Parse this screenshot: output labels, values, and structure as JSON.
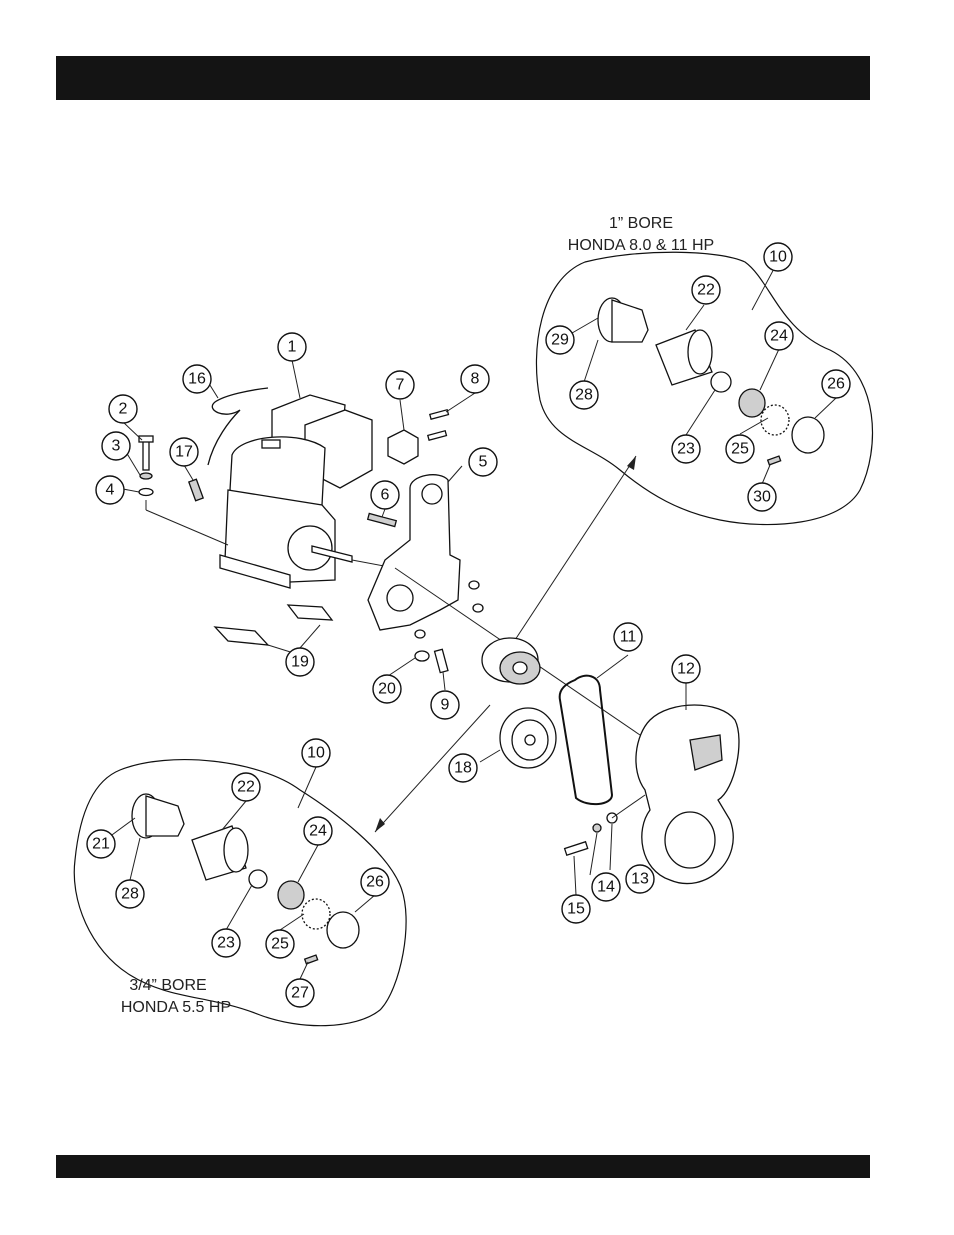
{
  "labels": {
    "bore_1in_line1": "1” BORE",
    "bore_1in_line2": "HONDA 8.0 & 11 HP",
    "bore_34in_line1": "3/4” BORE",
    "bore_34in_line2": "HONDA 5.5 HP"
  },
  "callouts": {
    "c1": "1",
    "c2": "2",
    "c3": "3",
    "c4": "4",
    "c5": "5",
    "c6": "6",
    "c7": "7",
    "c8": "8",
    "c9": "9",
    "c10a": "10",
    "c10b": "10",
    "c11": "11",
    "c12": "12",
    "c13": "13",
    "c14": "14",
    "c15": "15",
    "c16": "16",
    "c17": "17",
    "c18": "18",
    "c19": "19",
    "c20": "20",
    "c21": "21",
    "c22a": "22",
    "c22b": "22",
    "c23a": "23",
    "c23b": "23",
    "c24a": "24",
    "c24b": "24",
    "c25a": "25",
    "c25b": "25",
    "c26a": "26",
    "c26b": "26",
    "c27": "27",
    "c28a": "28",
    "c28b": "28",
    "c29": "29",
    "c30": "30"
  }
}
